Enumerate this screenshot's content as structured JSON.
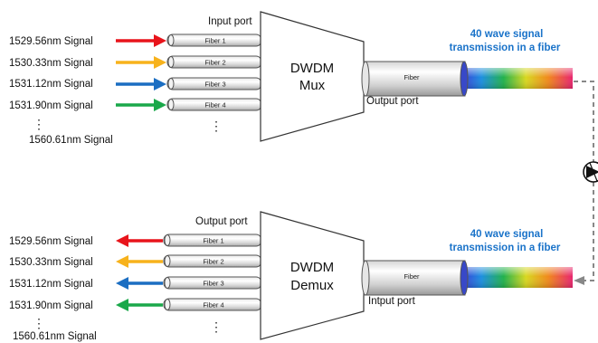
{
  "mux": {
    "signals": [
      "1529.56nm Signal",
      "1530.33nm Signal",
      "1531.12nm Signal",
      "1531.90nm Signal"
    ],
    "last_signal": "1560.61nm Signal",
    "fibers": [
      "Fiber 1",
      "Fiber 2",
      "Fiber 3",
      "Fiber 4"
    ],
    "input_port_label": "Input port",
    "title_line1": "DWDM",
    "title_line2": "Mux",
    "output_fiber_label": "Fiber",
    "output_port_label": "Output port",
    "wave_label_line1": "40 wave signal",
    "wave_label_line2": "transmission in a fiber"
  },
  "demux": {
    "signals": [
      "1529.56nm Signal",
      "1530.33nm Signal",
      "1531.12nm Signal",
      "1531.90nm Signal"
    ],
    "last_signal": "1560.61nm Signal",
    "fibers": [
      "Fiber 1",
      "Fiber 2",
      "Fiber 3",
      "Fiber 4"
    ],
    "output_port_label": "Output port",
    "title_line1": "DWDM",
    "title_line2": "Demux",
    "input_fiber_label": "Fiber",
    "input_port_label": "Intput port",
    "wave_label_line1": "40 wave signal",
    "wave_label_line2": "transmission in a fiber"
  },
  "ellipsis_glyph": "⋮",
  "colors": {
    "signal_colors": [
      "#e8141b",
      "#f7b21c",
      "#1b6ec2",
      "#1aa84a"
    ],
    "wave_label": "#1a73c9",
    "connector": "#888888"
  },
  "icons": {
    "amplifier": "amplifier-icon"
  }
}
